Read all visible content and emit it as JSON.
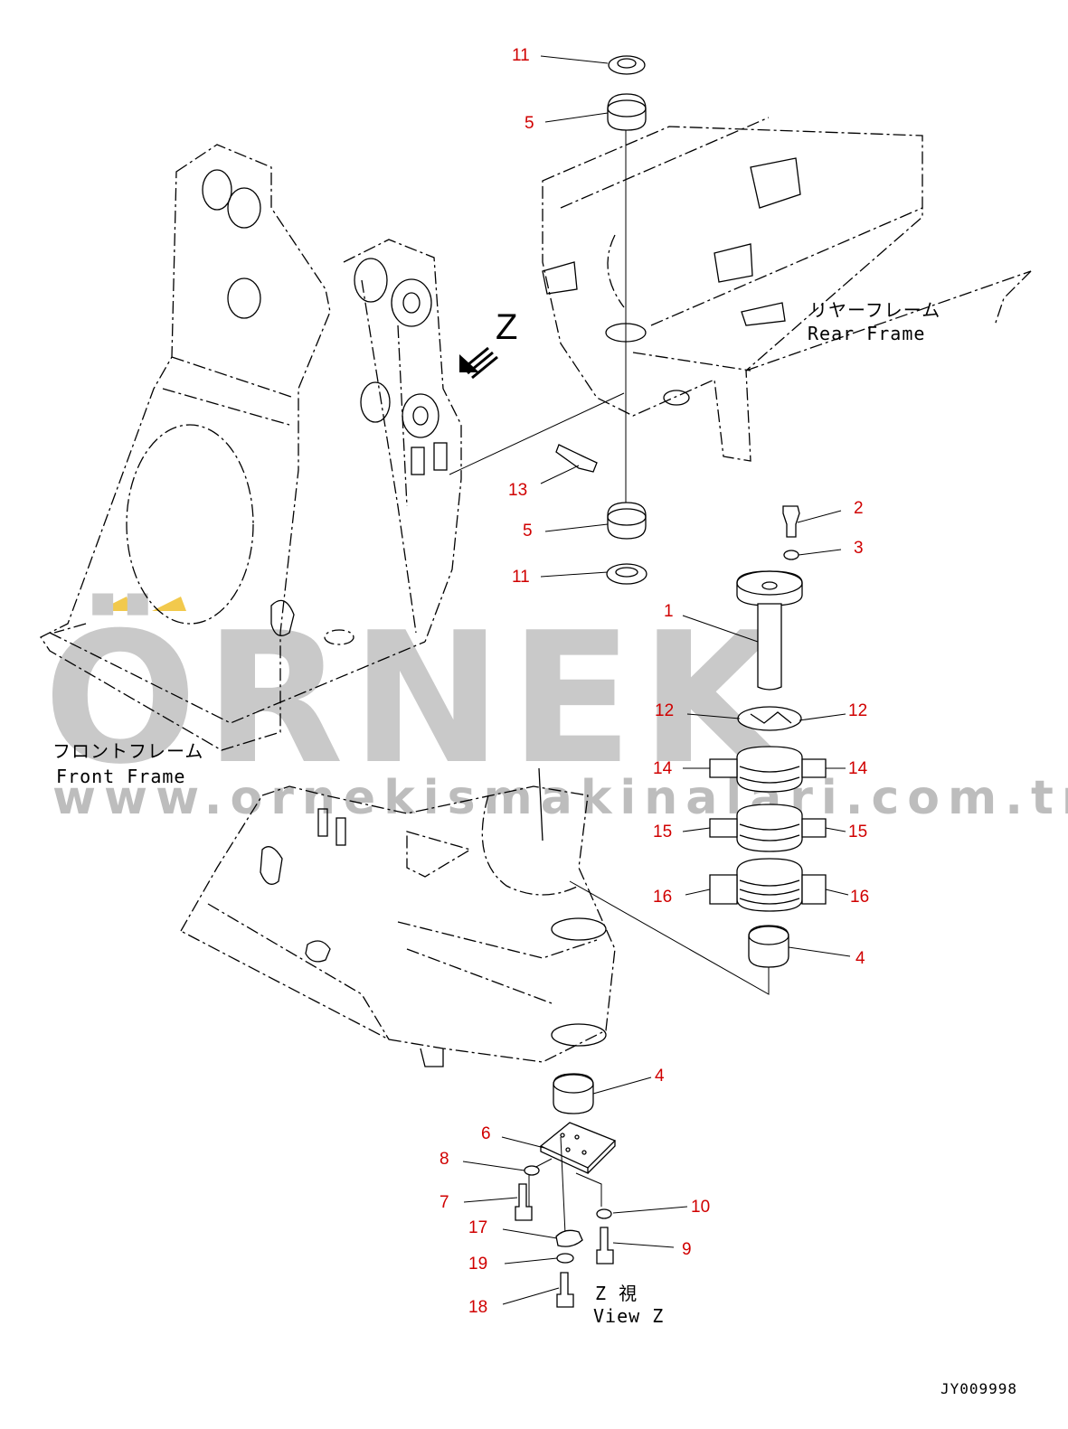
{
  "watermark": {
    "brand": "ÖRNEK",
    "url": "www.ornekismakinalari.com.tr"
  },
  "labels": {
    "front_frame_jp": "フロントフレーム",
    "front_frame_en": "Front Frame",
    "rear_frame_jp": "リヤーフレーム",
    "rear_frame_en": "Rear Frame",
    "view_marker": "Z",
    "view_jp": "Z 視",
    "view_en": "View Z",
    "drawing_code": "JY009998"
  },
  "callouts": [
    {
      "id": "c11a",
      "text": "11"
    },
    {
      "id": "c5a",
      "text": "5"
    },
    {
      "id": "c13",
      "text": "13"
    },
    {
      "id": "c5b",
      "text": "5"
    },
    {
      "id": "c11b",
      "text": "11"
    },
    {
      "id": "c2",
      "text": "2"
    },
    {
      "id": "c3",
      "text": "3"
    },
    {
      "id": "c1",
      "text": "1"
    },
    {
      "id": "c12a",
      "text": "12"
    },
    {
      "id": "c12b",
      "text": "12"
    },
    {
      "id": "c14a",
      "text": "14"
    },
    {
      "id": "c14b",
      "text": "14"
    },
    {
      "id": "c15a",
      "text": "15"
    },
    {
      "id": "c15b",
      "text": "15"
    },
    {
      "id": "c16a",
      "text": "16"
    },
    {
      "id": "c16b",
      "text": "16"
    },
    {
      "id": "c4a",
      "text": "4"
    },
    {
      "id": "c4b",
      "text": "4"
    },
    {
      "id": "c6",
      "text": "6"
    },
    {
      "id": "c8",
      "text": "8"
    },
    {
      "id": "c7",
      "text": "7"
    },
    {
      "id": "c10",
      "text": "10"
    },
    {
      "id": "c17",
      "text": "17"
    },
    {
      "id": "c9",
      "text": "9"
    },
    {
      "id": "c19",
      "text": "19"
    },
    {
      "id": "c18",
      "text": "18"
    }
  ],
  "colors": {
    "callout": "#d00000",
    "line": "#000000",
    "watermark": "#c9c9c9",
    "watermark_accent": "#f2c94c"
  }
}
